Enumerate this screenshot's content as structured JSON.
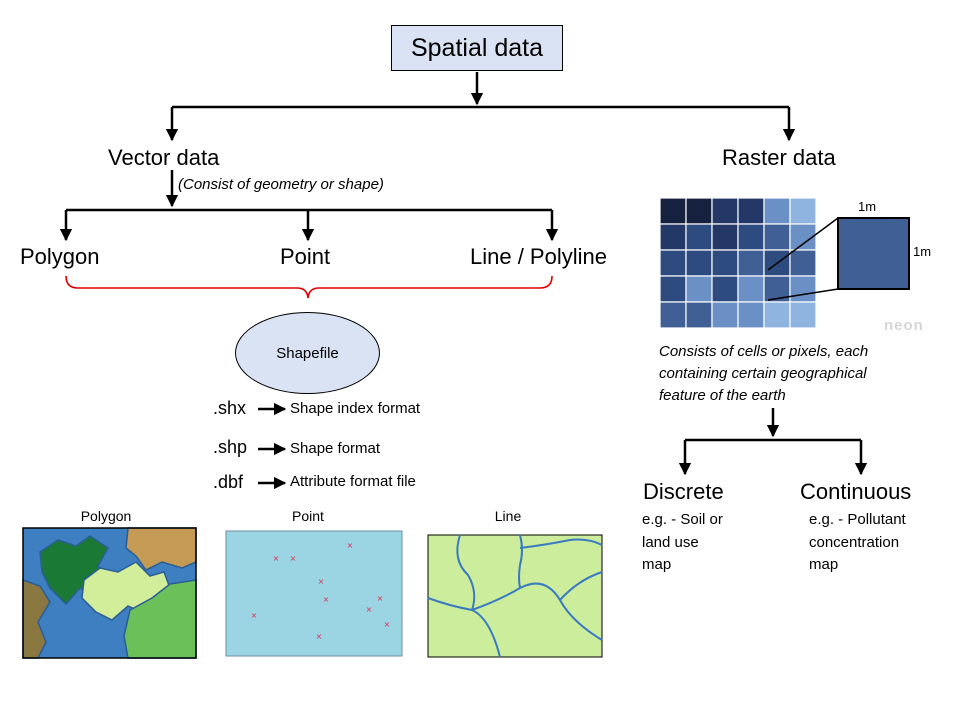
{
  "root": {
    "label": "Spatial data"
  },
  "vector": {
    "label": "Vector data",
    "note": "(Consist of geometry or shape)",
    "types": {
      "polygon": "Polygon",
      "point": "Point",
      "line": "Line / Polyline"
    },
    "shapefile": "Shapefile",
    "formats": [
      {
        "ext": ".shx",
        "desc": "Shape index format"
      },
      {
        "ext": ".shp",
        "desc": "Shape format"
      },
      {
        "ext": ".dbf",
        "desc": "Attribute format file"
      }
    ],
    "examples": {
      "polygon": "Polygon",
      "point": "Point",
      "line": "Line"
    }
  },
  "raster": {
    "label": "Raster data",
    "cell_size": "1m",
    "watermark": "neon",
    "description": [
      "Consists of cells or pixels, each",
      "containing certain geographical",
      "feature of the earth"
    ],
    "discrete": {
      "label": "Discrete",
      "example": [
        "e.g. - Soil or",
        "land use",
        "map"
      ]
    },
    "continuous": {
      "label": "Continuous",
      "example": [
        "e.g. - Pollutant",
        "concentration",
        "map"
      ]
    },
    "grid": [
      [
        0,
        0,
        1,
        1,
        4,
        5
      ],
      [
        1,
        2,
        1,
        2,
        3,
        4
      ],
      [
        2,
        2,
        2,
        3,
        2,
        3
      ],
      [
        2,
        4,
        2,
        4,
        3,
        4
      ],
      [
        3,
        3,
        4,
        4,
        5,
        5
      ]
    ]
  },
  "colors": {
    "box_fill": "#dae3f3",
    "bracket": "#e00000",
    "raster_shades": [
      "#15213f",
      "#233867",
      "#2e4b80",
      "#3f5f95",
      "#6a90c6",
      "#8fb4e0"
    ],
    "map_blue": "#3d7fc0",
    "map_green": "#6cc05a",
    "map_dark_green": "#1a7a35",
    "map_light_green": "#d3ee9a",
    "map_tan": "#c49a55",
    "map_olive": "#8b7740",
    "point_bg": "#9bd4e3",
    "line_bg": "#ccee9c",
    "line_stroke": "#3a7ac0",
    "point_mark": "#e03050"
  }
}
